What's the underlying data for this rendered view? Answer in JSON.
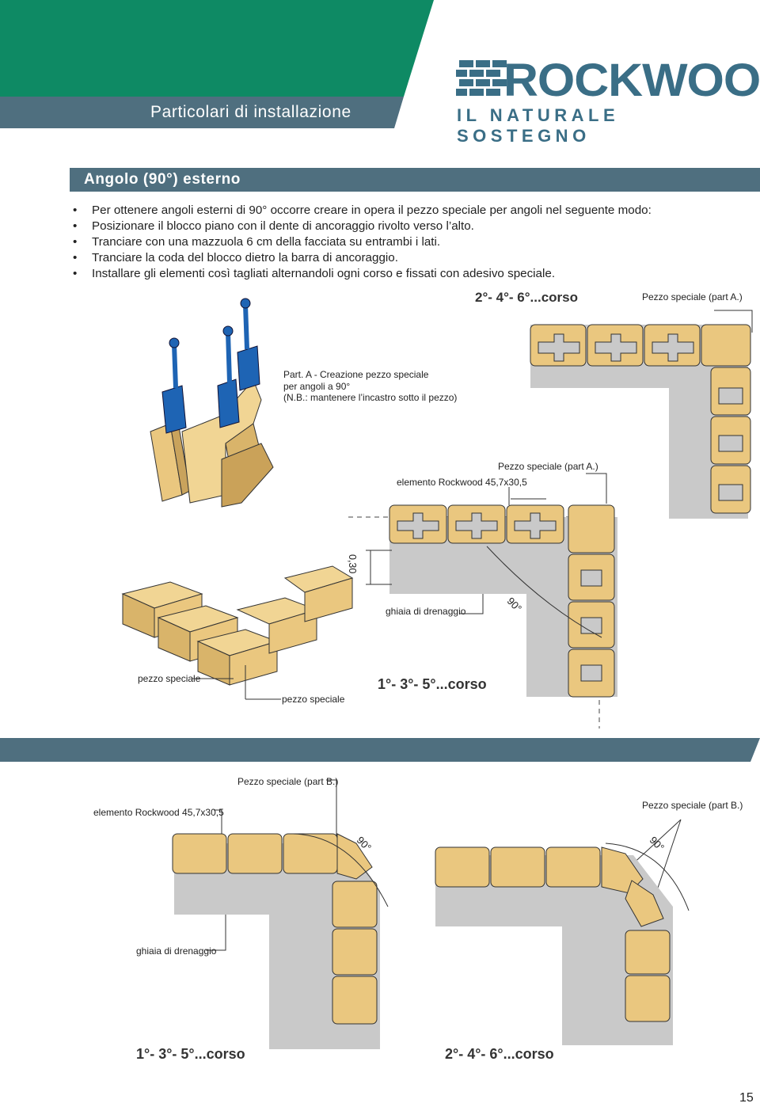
{
  "header": {
    "title": "Particolari di installazione",
    "brand": "ROCKWOOD",
    "slogan": "IL NATURALE SOSTEGNO"
  },
  "section": {
    "title": "Angolo (90°) esterno"
  },
  "steps": [
    "Per ottenere angoli esterni di 90° occorre creare in opera il pezzo speciale per angoli nel seguente modo:",
    "Posizionare il blocco piano con il dente di ancoraggio rivolto verso l’alto.",
    "Tranciare con una mazzuola 6 cm della facciata su entrambi i lati.",
    "Tranciare la coda del blocco dietro la barra di ancoraggio.",
    "Installare gli elementi così tagliati alternandoli ogni corso e fissati con adesivo speciale."
  ],
  "labels": {
    "course_even": "2°- 4°- 6°...corso",
    "course_odd": "1°- 3°- 5°...corso",
    "special_a": "Pezzo speciale (part A.)",
    "special_b": "Pezzo speciale (part B.)",
    "part_a_line1": "Part. A - Creazione pezzo speciale",
    "part_a_line2": "per angoli a 90°",
    "part_a_line3": "(N.B.: mantenere l’incastro sotto il pezzo)",
    "element": "elemento Rockwood 45,7x30,5",
    "dim": "0,30",
    "gravel": "ghiaia di drenaggio",
    "angle": "90°",
    "special": "pezzo speciale"
  },
  "page_number": "15",
  "colors": {
    "green": "#0e8a64",
    "slate": "#4f6f7f",
    "brand_blue": "#3a6e86",
    "block": "#eac77f",
    "concrete": "#bdbdbd",
    "tool_blue": "#1e64b4"
  }
}
